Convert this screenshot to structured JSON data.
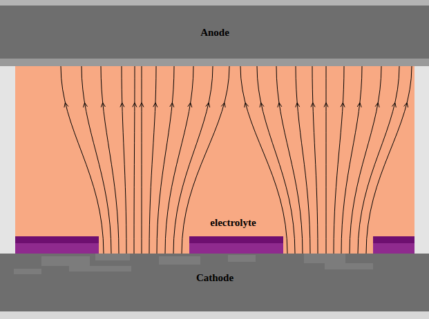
{
  "diagram": {
    "nodes": [
      {
        "text": [
          "Anode"
        ]
      },
      {
        "text": [
          "electrolyte"
        ]
      },
      {
        "text": [
          "Cathode"
        ]
      }
    ]
  }
}
